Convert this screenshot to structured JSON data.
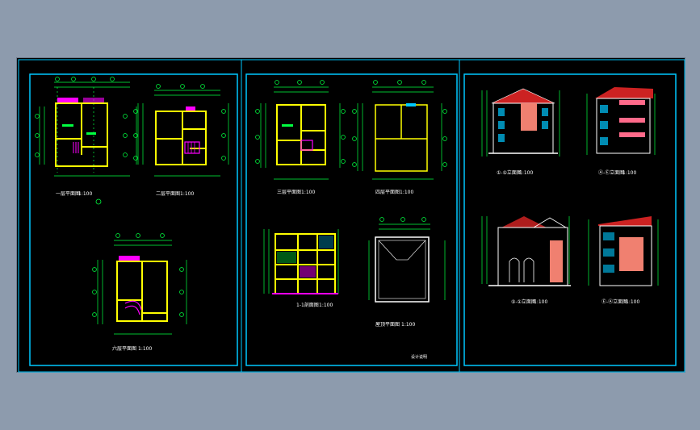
{
  "colors": {
    "background": "#8d9bad",
    "sheet": "#000000",
    "frame": "#00c8ff",
    "wall": "#ffff00",
    "dimension": "#00ff40",
    "stair": "#ff00ff",
    "roof": "#cc2222",
    "facade": "#f08070"
  },
  "drawings": {
    "plan1": {
      "title": "一层平面图",
      "scale": "1:100"
    },
    "plan2": {
      "title": "二层平面图",
      "scale": "1:100"
    },
    "plan3": {
      "title": "六层平面图",
      "scale": "1:100"
    },
    "plan4": {
      "title": "三层平面图",
      "scale": "1:100"
    },
    "plan5": {
      "title": "四层平面图",
      "scale": "1:100"
    },
    "section": {
      "title": "1-1剖面图",
      "scale": "1:100"
    },
    "roof_plan": {
      "title": "屋顶平面图",
      "scale": "1:100"
    },
    "elev1": {
      "title": "①-⑤立面图",
      "scale": "1:100"
    },
    "elev2": {
      "title": "Ⓐ-Ⓔ立面图",
      "scale": "1:100"
    },
    "elev3": {
      "title": "⑤-①立面图",
      "scale": "1:100"
    },
    "elev4": {
      "title": "Ⓔ-Ⓐ立面图",
      "scale": "1:100"
    }
  },
  "note": "设计说明"
}
